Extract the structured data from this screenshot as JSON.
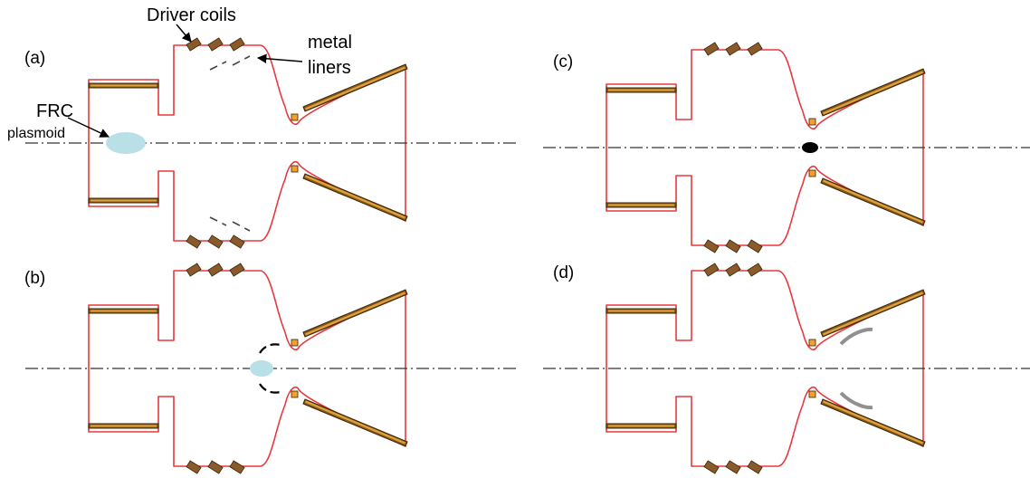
{
  "annotations": {
    "driver_coils": "Driver coils",
    "metal": "metal",
    "liners": "liners",
    "frc": "FRC",
    "plasmoid": "plasmoid"
  },
  "panels": [
    {
      "id": "a",
      "label": "(a)"
    },
    {
      "id": "b",
      "label": "(b)"
    },
    {
      "id": "c",
      "label": "(c)"
    },
    {
      "id": "d",
      "label": "(d)"
    }
  ],
  "colors": {
    "chamber_wall": "#e8383c",
    "magnet_bar": "#8a5a1a",
    "driver_coil": "#8b5a2b",
    "frc_plasmoid": "#b8e0e6",
    "compressed_plasma": "#000000",
    "expanding_plasma": "#909090"
  }
}
